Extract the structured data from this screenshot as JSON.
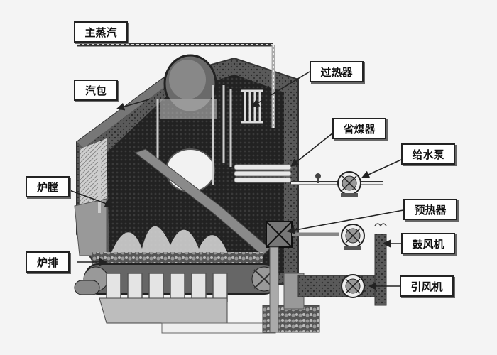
{
  "labels": {
    "main_steam": "主蒸汽",
    "superheater": "过热器",
    "drum": "汽包",
    "economizer": "省煤器",
    "feed_pump": "给水泵",
    "furnace": "炉膛",
    "preheater": "预热器",
    "blower": "鼓风机",
    "grate": "炉排",
    "induced_fan": "引风机"
  }
}
